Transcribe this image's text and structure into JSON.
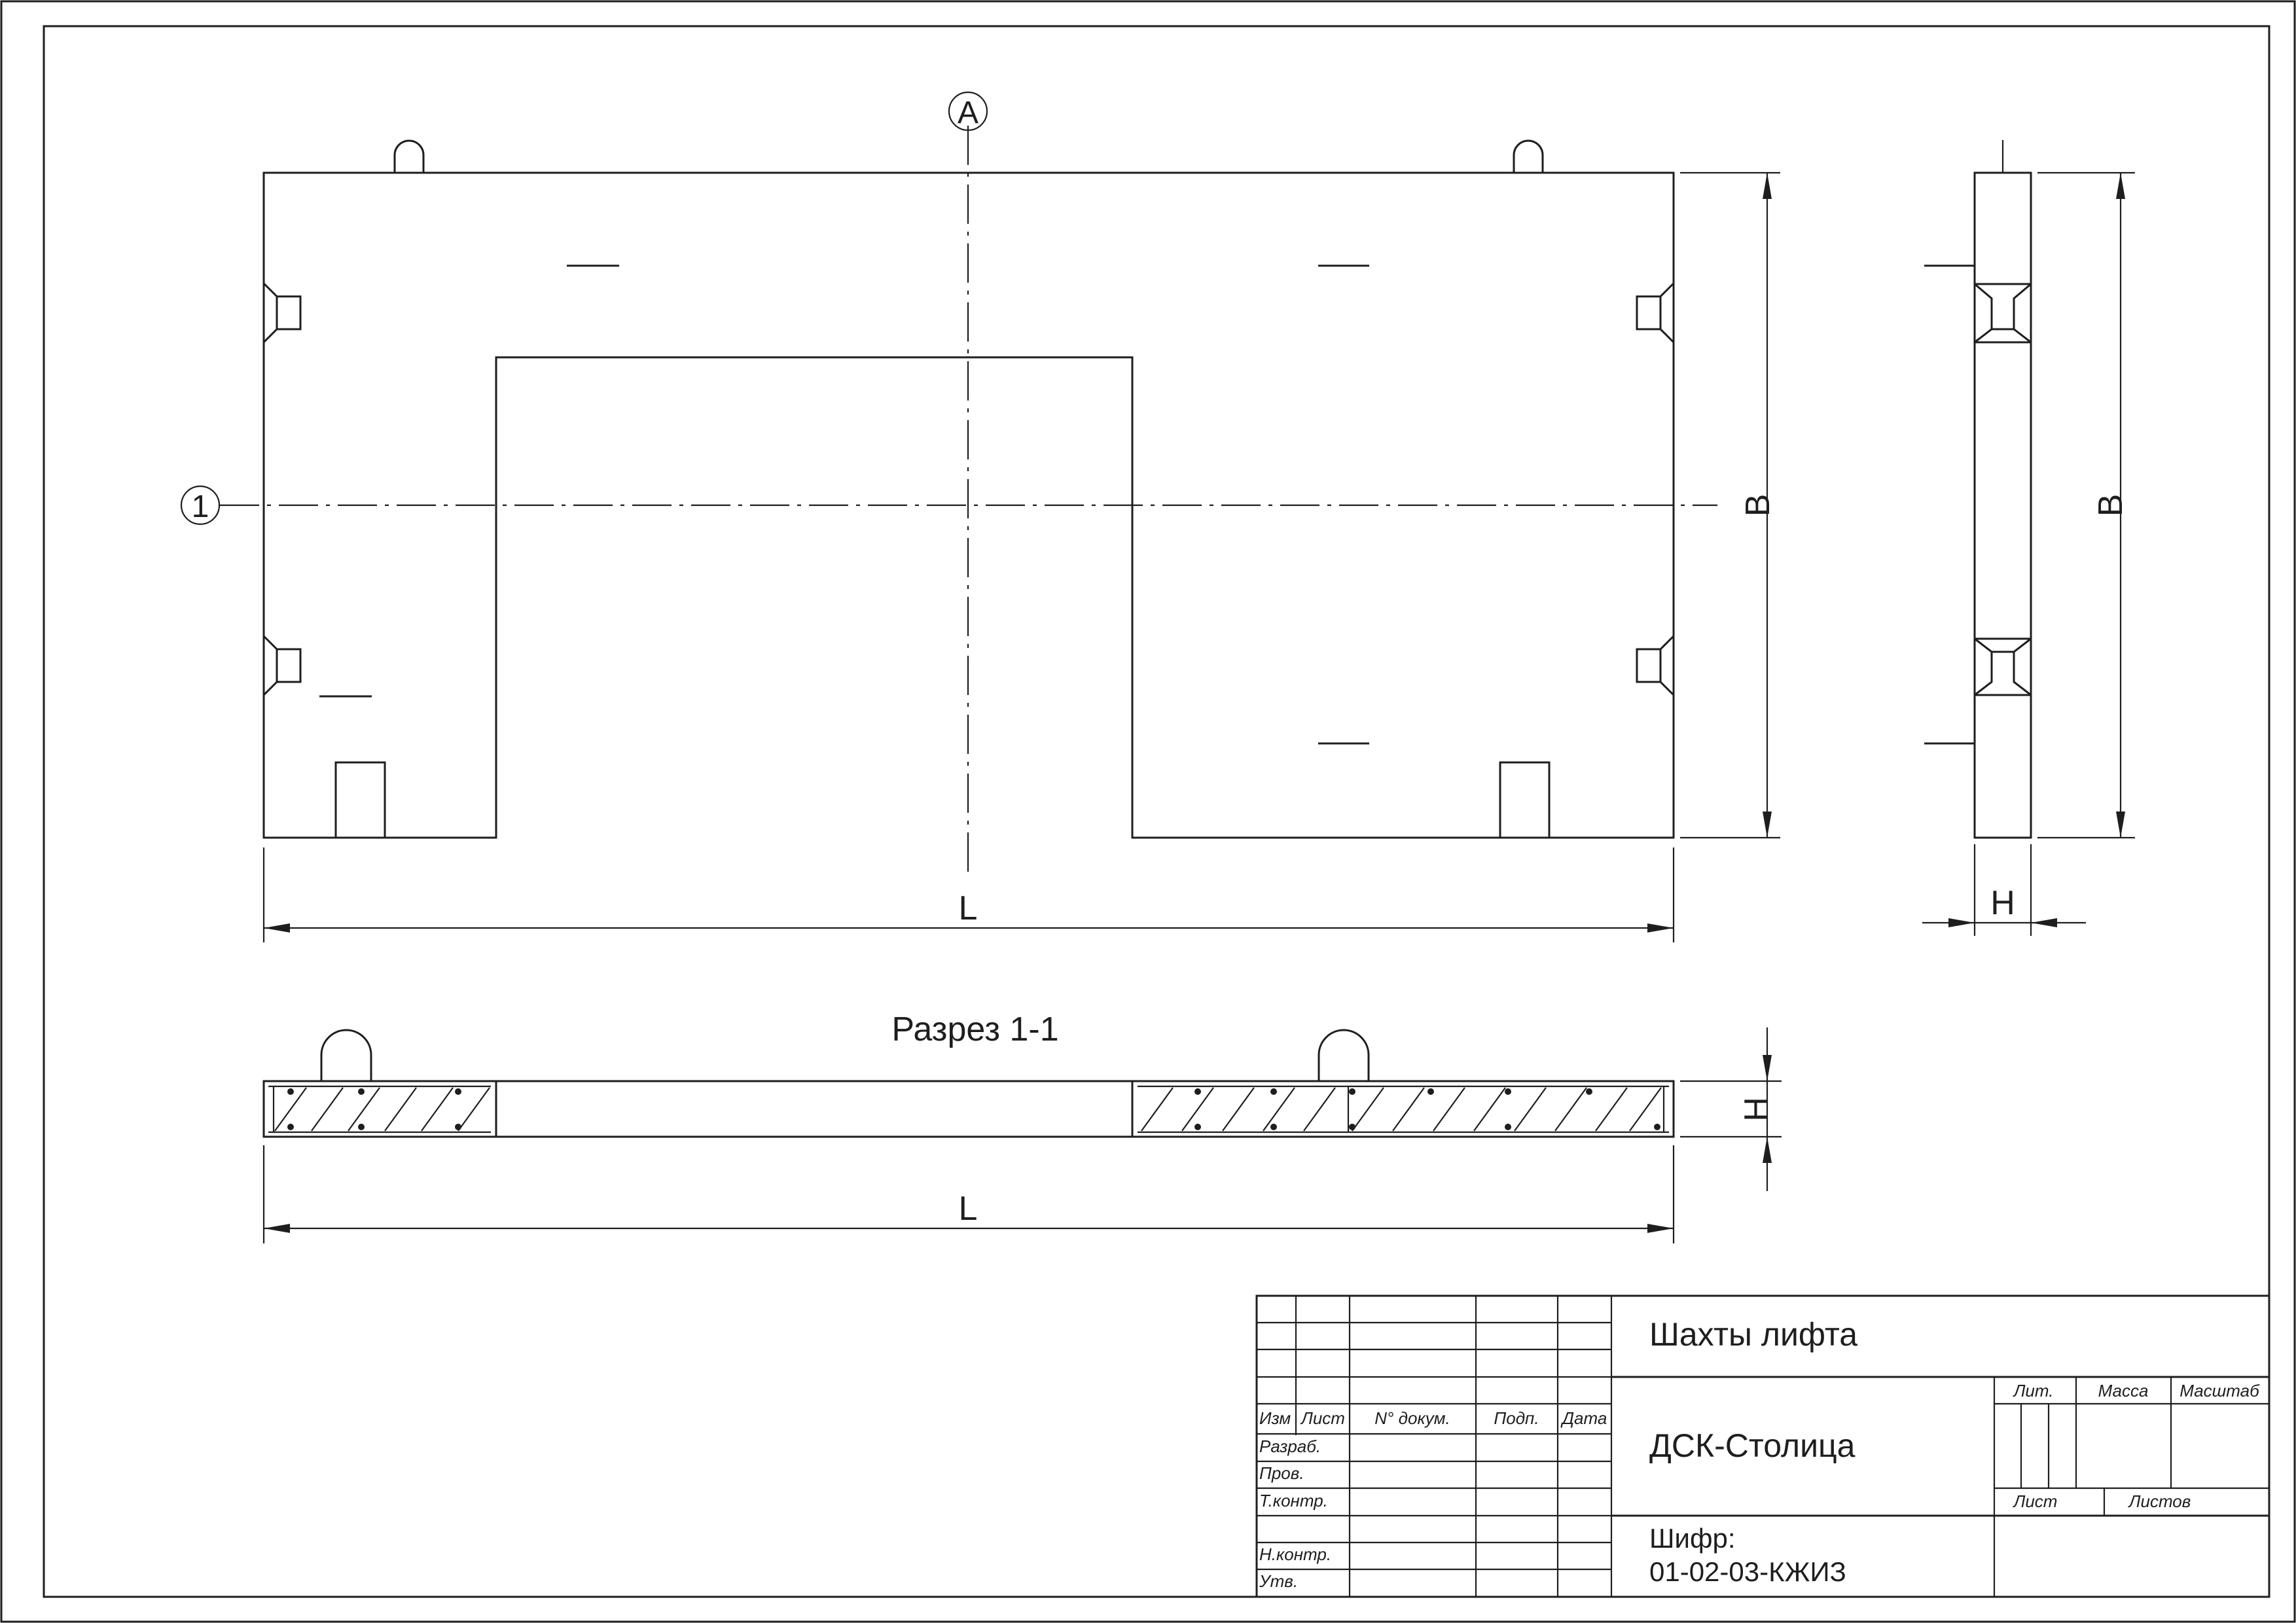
{
  "drawing": {
    "axis_letter": "A",
    "axis_number": "1",
    "section_title": "Разрез 1-1",
    "dims": {
      "length": "L",
      "height_plan": "B",
      "height_side": "B",
      "thickness_side": "H",
      "thickness_section": "H",
      "length_section": "L"
    }
  },
  "title_block": {
    "headers": {
      "izm": "Изм",
      "list": "Лист",
      "doc": "N° докум.",
      "sign": "Подп.",
      "date": "Дата"
    },
    "roles": [
      "Разраб.",
      "Пров.",
      "Т.контр.",
      "",
      "Н.контр.",
      "Утв."
    ],
    "title": "Шахты лифта",
    "organization": "ДСК-Столица",
    "code_label": "Шифр:",
    "code_value": "01-02-03-КЖИЗ",
    "lit_label": "Лит.",
    "mass_label": "Масса",
    "scale_label": "Масштаб",
    "sheet_label": "Лист",
    "sheets_label": "Листов"
  }
}
